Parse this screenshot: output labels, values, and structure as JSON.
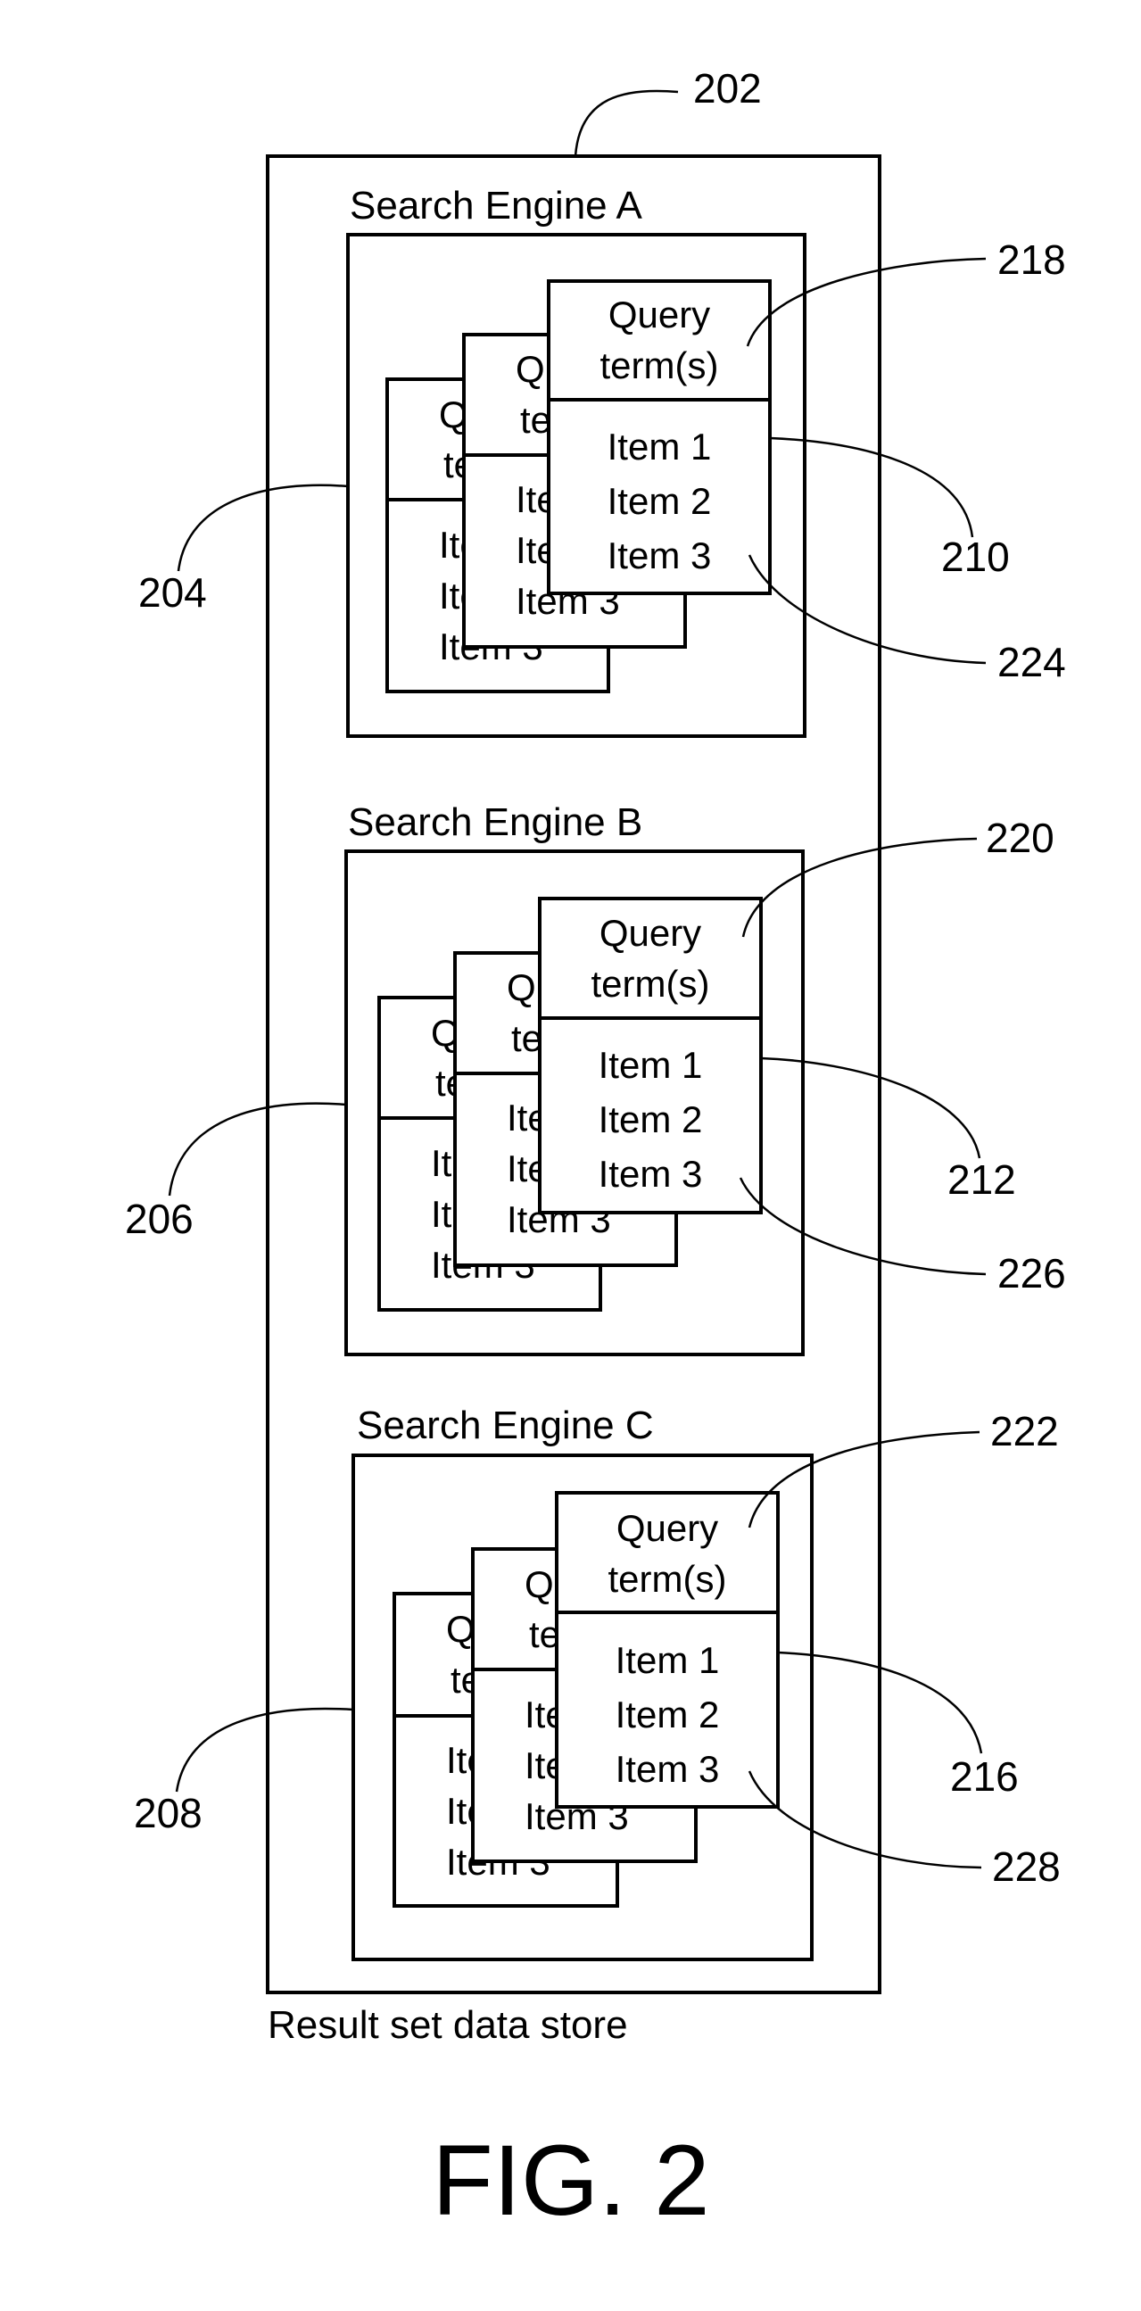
{
  "figure_label": "FIG. 2",
  "data_store": {
    "ref": "202",
    "caption": "Result set data store"
  },
  "engines": [
    {
      "title": "Search Engine A",
      "ref_engine": "204",
      "ref_query": "218",
      "ref_items": "210",
      "ref_last": "224",
      "query_line1": "Query",
      "query_line2": "term(s)",
      "query_partial": "Q",
      "term_partial": "te",
      "items": [
        "Item 1",
        "Item 2",
        "Item 3"
      ],
      "item_partial": "Ite"
    },
    {
      "title": "Search Engine B",
      "ref_engine": "206",
      "ref_query": "220",
      "ref_items": "212",
      "ref_last": "226",
      "query_line1": "Query",
      "query_line2": "term(s)",
      "query_partial": "Q",
      "term_partial": "te",
      "items": [
        "Item 1",
        "Item 2",
        "Item 3"
      ],
      "item_partial": "Ite"
    },
    {
      "title": "Search Engine C",
      "ref_engine": "208",
      "ref_query": "222",
      "ref_items": "216",
      "ref_last": "228",
      "query_line1": "Query",
      "query_line2": "term(s)",
      "query_partial": "Q",
      "term_partial": "te",
      "items": [
        "Item 1",
        "Item 2",
        "Item 3"
      ],
      "item_partial": "Ite"
    }
  ]
}
